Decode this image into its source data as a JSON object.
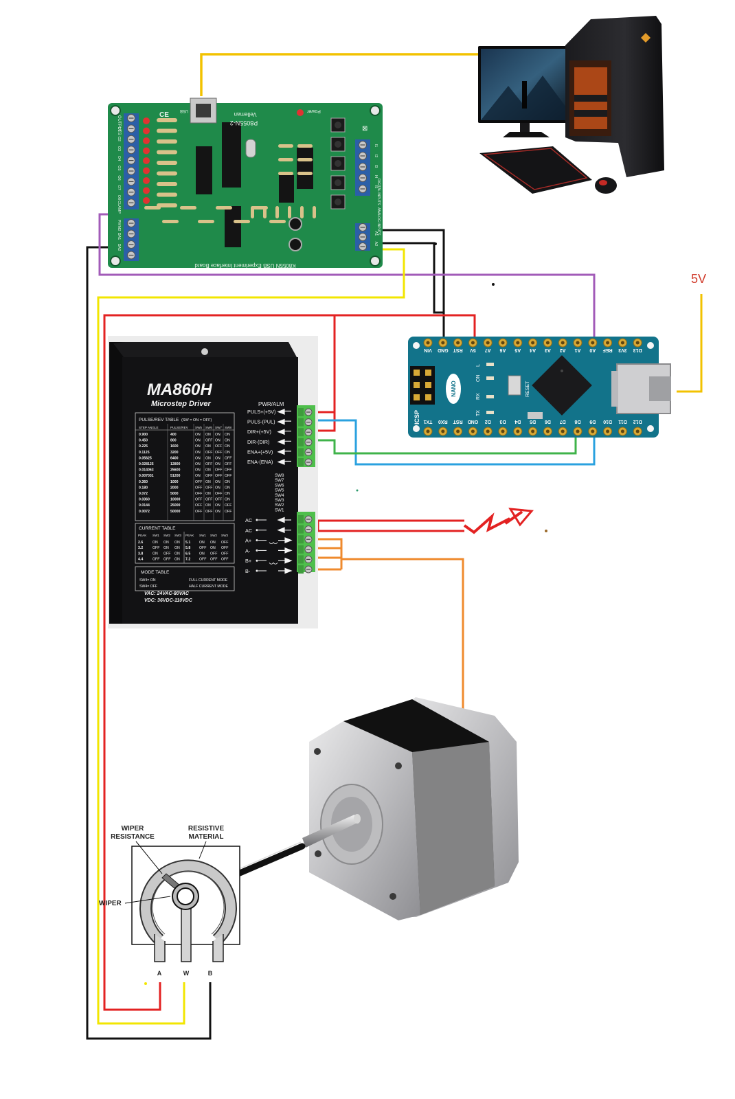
{
  "colors": {
    "red": "#e32222",
    "yellow": "#f2e600",
    "black": "#111111",
    "purple": "#a25bb8",
    "blue": "#2aa1df",
    "green": "#3fb34a",
    "orange": "#ef8a2d",
    "power_label": "#d13b2b",
    "pcb_green": "#1f8a4a",
    "nano_teal": "#12738a",
    "driver_black": "#121214"
  },
  "k8055": {
    "model": "P8055N-2",
    "brand": "Velleman",
    "bottom_text": "K8055N USB Experiment Interface Board",
    "usb_label": "USB",
    "power_label": "Power",
    "left_terminals": [
      "O1",
      "O2",
      "O3",
      "O4",
      "O5",
      "O6",
      "O7",
      "O8",
      "CLAMP"
    ],
    "left_lower_terminals": [
      "PWM2",
      "DA1",
      "DA2"
    ],
    "right_upper_terminals": [
      "I1",
      "I2",
      "I3",
      "I4",
      "I5"
    ],
    "right_lower_terminals": [
      "A1",
      "A2"
    ],
    "right_label_upper": "DIGITAL INPUTS",
    "right_label_lower": "ANALOG INPUTS",
    "left_label": "OUTPUTS"
  },
  "nano": {
    "top_pins": [
      "D12",
      "D11",
      "D10",
      "D9",
      "D8",
      "D7",
      "D6",
      "D5",
      "D4",
      "D3",
      "D2",
      "GND",
      "RST",
      "RX0",
      "TX1"
    ],
    "bottom_pins": [
      "VIN",
      "GND",
      "RST",
      "5V",
      "A7",
      "A6",
      "A5",
      "A4",
      "A3",
      "A2",
      "A1",
      "A0",
      "REF",
      "3V3",
      "D13"
    ],
    "label_nano": "NANO",
    "label_icsp": "ICSP",
    "label_reset": "RESET",
    "label_on": "ON",
    "label_l": "L",
    "label_tx": "TX",
    "label_rx": "RX"
  },
  "driver": {
    "model": "MA860H",
    "subtitle": "Microstep Driver",
    "pwr_alm": "PWR/ALM",
    "signal_labels": [
      "PULS+(+5V)",
      "PULS-(PUL)",
      "DIR+(+5V)",
      "DIR-(DIR)",
      "ENA+(+5V)",
      "ENA-(ENA)"
    ],
    "switch_labels": [
      "SW8",
      "SW7",
      "SW6",
      "SW5",
      "SW4",
      "SW3",
      "SW2",
      "SW1"
    ],
    "power_labels": [
      "AC",
      "AC",
      "A+",
      "A-",
      "B+",
      "B-"
    ],
    "pulse_table_title": "PULSE/REV TABLE",
    "pulse_table_legend": "(SW = ON = OFF)",
    "pulse_table_headers": [
      "STEP ANGLE",
      "PULSE/REV",
      "SW5",
      "SW6",
      "SW7",
      "SW8"
    ],
    "pulse_table_rows": [
      [
        "0.900",
        "400",
        "ON",
        "ON",
        "ON",
        "ON"
      ],
      [
        "0.450",
        "800",
        "ON",
        "OFF",
        "ON",
        "ON"
      ],
      [
        "0.225",
        "1600",
        "ON",
        "ON",
        "OFF",
        "ON"
      ],
      [
        "0.1125",
        "3200",
        "ON",
        "OFF",
        "OFF",
        "ON"
      ],
      [
        "0.05625",
        "6400",
        "ON",
        "ON",
        "ON",
        "OFF"
      ],
      [
        "0.028125",
        "12800",
        "ON",
        "OFF",
        "ON",
        "OFF"
      ],
      [
        "0.014063",
        "25600",
        "ON",
        "ON",
        "OFF",
        "OFF"
      ],
      [
        "0.007031",
        "51200",
        "ON",
        "OFF",
        "OFF",
        "OFF"
      ],
      [
        "0.360",
        "1000",
        "OFF",
        "ON",
        "ON",
        "ON"
      ],
      [
        "0.180",
        "2000",
        "OFF",
        "OFF",
        "ON",
        "ON"
      ],
      [
        "0.072",
        "5000",
        "OFF",
        "ON",
        "OFF",
        "ON"
      ],
      [
        "0.0360",
        "10000",
        "OFF",
        "OFF",
        "OFF",
        "ON"
      ],
      [
        "0.0144",
        "25000",
        "OFF",
        "ON",
        "ON",
        "OFF"
      ],
      [
        "0.0072",
        "50000",
        "OFF",
        "OFF",
        "ON",
        "OFF"
      ]
    ],
    "current_table_title": "CURRENT TABLE",
    "current_table_headers": [
      "PEAK",
      "SW1",
      "SW2",
      "SW3",
      "PEAK",
      "SW1",
      "SW2",
      "SW3"
    ],
    "current_table_rows": [
      [
        "2.6",
        "ON",
        "ON",
        "ON",
        "5.1",
        "ON",
        "ON",
        "OFF"
      ],
      [
        "3.2",
        "OFF",
        "ON",
        "ON",
        "5.8",
        "OFF",
        "ON",
        "OFF"
      ],
      [
        "3.8",
        "ON",
        "OFF",
        "ON",
        "6.5",
        "ON",
        "OFF",
        "OFF"
      ],
      [
        "4.4",
        "OFF",
        "OFF",
        "ON",
        "7.2",
        "OFF",
        "OFF",
        "OFF"
      ]
    ],
    "mode_table_title": "MODE TABLE",
    "mode_rows": [
      [
        "SW4= ON",
        "FULL CURRENT MODE"
      ],
      [
        "SW4= OFF",
        "HALF CURRENT MODE"
      ]
    ],
    "vac": "VAC: 24VAC-80VAC",
    "vdc": "VDC: 36VDC-110VDC"
  },
  "power_label": "5V",
  "pot": {
    "wiper_resistance": [
      "WIPER",
      "RESISTANCE"
    ],
    "resistive_material": [
      "RESISTIVE",
      "MATERIAL"
    ],
    "wiper": "WIPER",
    "pin_labels": [
      "A",
      "W",
      "B"
    ]
  }
}
